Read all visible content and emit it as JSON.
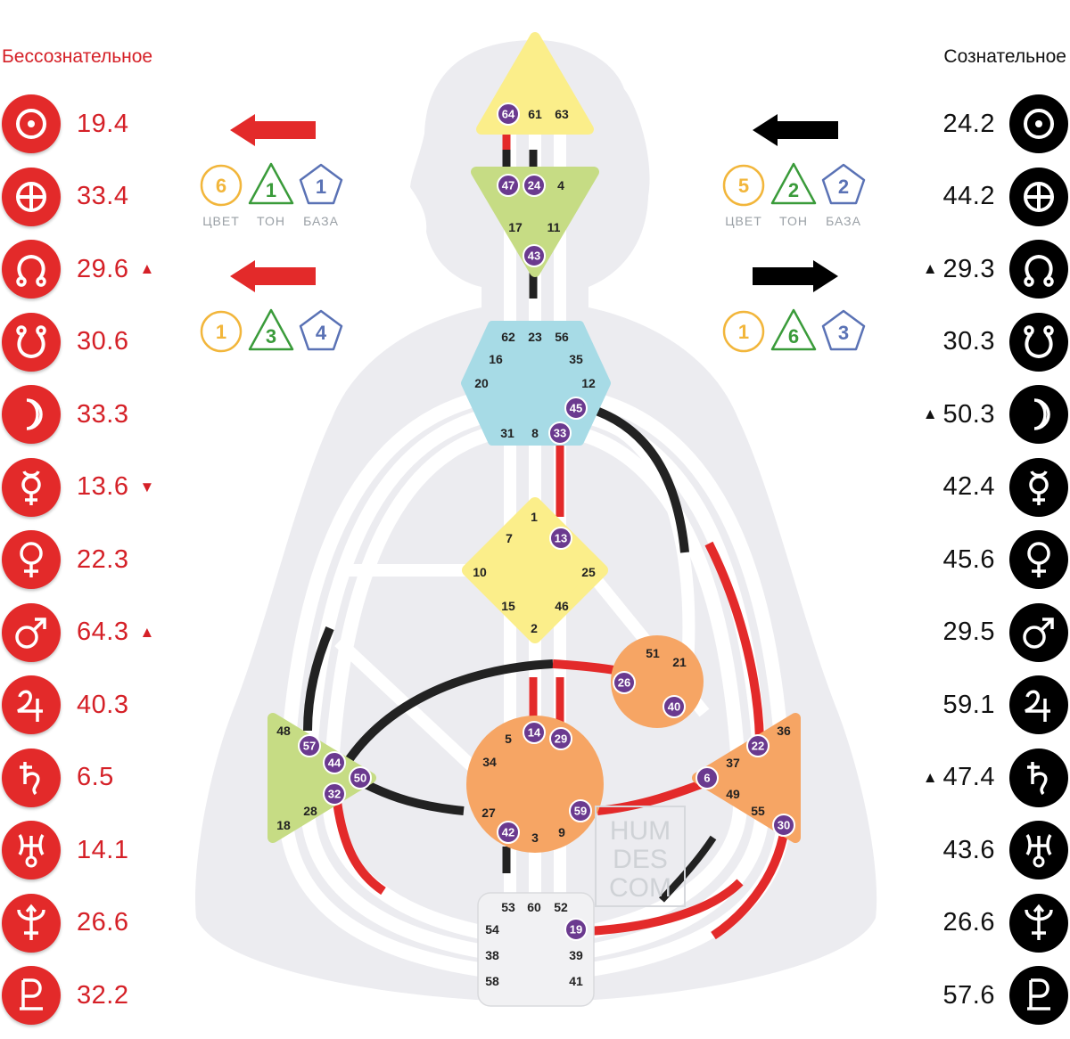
{
  "headers": {
    "unconscious": "Бессознательное",
    "conscious": "Сознательное"
  },
  "colors": {
    "unconscious": "#e32a2a",
    "conscious": "#000000",
    "head": "#fbee8a",
    "ajna": "#c6dc84",
    "throat": "#a7dbe6",
    "g": "#fbee8a",
    "heart": "#f6a564",
    "sacral": "#f6a564",
    "spleen": "#c6dc84",
    "solar": "#f6a564",
    "root": "#f1f1f3",
    "activated_gate": "#6b3a8f"
  },
  "unconscious_planets": [
    {
      "icon": "sun-icon",
      "value": "19.4",
      "marker": ""
    },
    {
      "icon": "earth-icon",
      "value": "33.4",
      "marker": ""
    },
    {
      "icon": "north-node-icon",
      "value": "29.6",
      "marker": "▲"
    },
    {
      "icon": "south-node-icon",
      "value": "30.6",
      "marker": ""
    },
    {
      "icon": "moon-icon",
      "value": "33.3",
      "marker": ""
    },
    {
      "icon": "mercury-icon",
      "value": "13.6",
      "marker": "▼"
    },
    {
      "icon": "venus-icon",
      "value": "22.3",
      "marker": ""
    },
    {
      "icon": "mars-icon",
      "value": "64.3",
      "marker": "▲"
    },
    {
      "icon": "jupiter-icon",
      "value": "40.3",
      "marker": ""
    },
    {
      "icon": "saturn-icon",
      "value": "6.5",
      "marker": ""
    },
    {
      "icon": "uranus-icon",
      "value": "14.1",
      "marker": ""
    },
    {
      "icon": "neptune-icon",
      "value": "26.6",
      "marker": ""
    },
    {
      "icon": "pluto-icon",
      "value": "32.2",
      "marker": ""
    }
  ],
  "conscious_planets": [
    {
      "icon": "sun-icon",
      "value": "24.2",
      "marker": ""
    },
    {
      "icon": "earth-icon",
      "value": "44.2",
      "marker": ""
    },
    {
      "icon": "north-node-icon",
      "value": "29.3",
      "marker": "▲"
    },
    {
      "icon": "south-node-icon",
      "value": "30.3",
      "marker": ""
    },
    {
      "icon": "moon-icon",
      "value": "50.3",
      "marker": "▲"
    },
    {
      "icon": "mercury-icon",
      "value": "42.4",
      "marker": ""
    },
    {
      "icon": "venus-icon",
      "value": "45.6",
      "marker": ""
    },
    {
      "icon": "mars-icon",
      "value": "29.5",
      "marker": ""
    },
    {
      "icon": "jupiter-icon",
      "value": "59.1",
      "marker": ""
    },
    {
      "icon": "saturn-icon",
      "value": "47.4",
      "marker": "▲"
    },
    {
      "icon": "uranus-icon",
      "value": "43.6",
      "marker": ""
    },
    {
      "icon": "neptune-icon",
      "value": "26.6",
      "marker": ""
    },
    {
      "icon": "pluto-icon",
      "value": "57.6",
      "marker": ""
    }
  ],
  "variables": {
    "labels": {
      "color": "ЦВЕТ",
      "tone": "ТОН",
      "base": "БАЗА"
    },
    "unconscious_top": {
      "arrow": "left",
      "color": "6",
      "tone": "1",
      "base": "1"
    },
    "unconscious_bottom": {
      "arrow": "left",
      "color": "1",
      "tone": "3",
      "base": "4"
    },
    "conscious_top": {
      "arrow": "left",
      "color": "5",
      "tone": "2",
      "base": "2"
    },
    "conscious_bottom": {
      "arrow": "right",
      "color": "1",
      "tone": "6",
      "base": "3"
    }
  },
  "watermark": [
    "HUM",
    "DES",
    "COM"
  ],
  "centers": {
    "head": {
      "gates": [
        "64",
        "61",
        "63"
      ],
      "active": [
        "64"
      ]
    },
    "ajna": {
      "gates": [
        "47",
        "24",
        "4",
        "17",
        "11",
        "43"
      ],
      "active": [
        "47",
        "24",
        "43"
      ]
    },
    "throat": {
      "gates": [
        "62",
        "23",
        "56",
        "16",
        "35",
        "20",
        "12",
        "45",
        "31",
        "8",
        "33"
      ],
      "active": [
        "45",
        "33"
      ]
    },
    "g": {
      "gates": [
        "1",
        "7",
        "13",
        "10",
        "25",
        "15",
        "46",
        "2"
      ],
      "active": [
        "13"
      ]
    },
    "heart": {
      "gates": [
        "51",
        "21",
        "26",
        "40"
      ],
      "active": [
        "26",
        "40"
      ]
    },
    "sacral": {
      "gates": [
        "5",
        "14",
        "29",
        "34",
        "27",
        "59",
        "42",
        "3",
        "9"
      ],
      "active": [
        "14",
        "29",
        "59",
        "42"
      ]
    },
    "spleen": {
      "gates": [
        "48",
        "57",
        "44",
        "50",
        "32",
        "28",
        "18"
      ],
      "active": [
        "57",
        "44",
        "50",
        "32"
      ]
    },
    "solar": {
      "gates": [
        "36",
        "22",
        "37",
        "6",
        "49",
        "55",
        "30"
      ],
      "active": [
        "22",
        "6",
        "30"
      ]
    },
    "root": {
      "gates": [
        "53",
        "60",
        "52",
        "54",
        "19",
        "38",
        "39",
        "58",
        "41"
      ],
      "active": [
        "19"
      ]
    }
  }
}
